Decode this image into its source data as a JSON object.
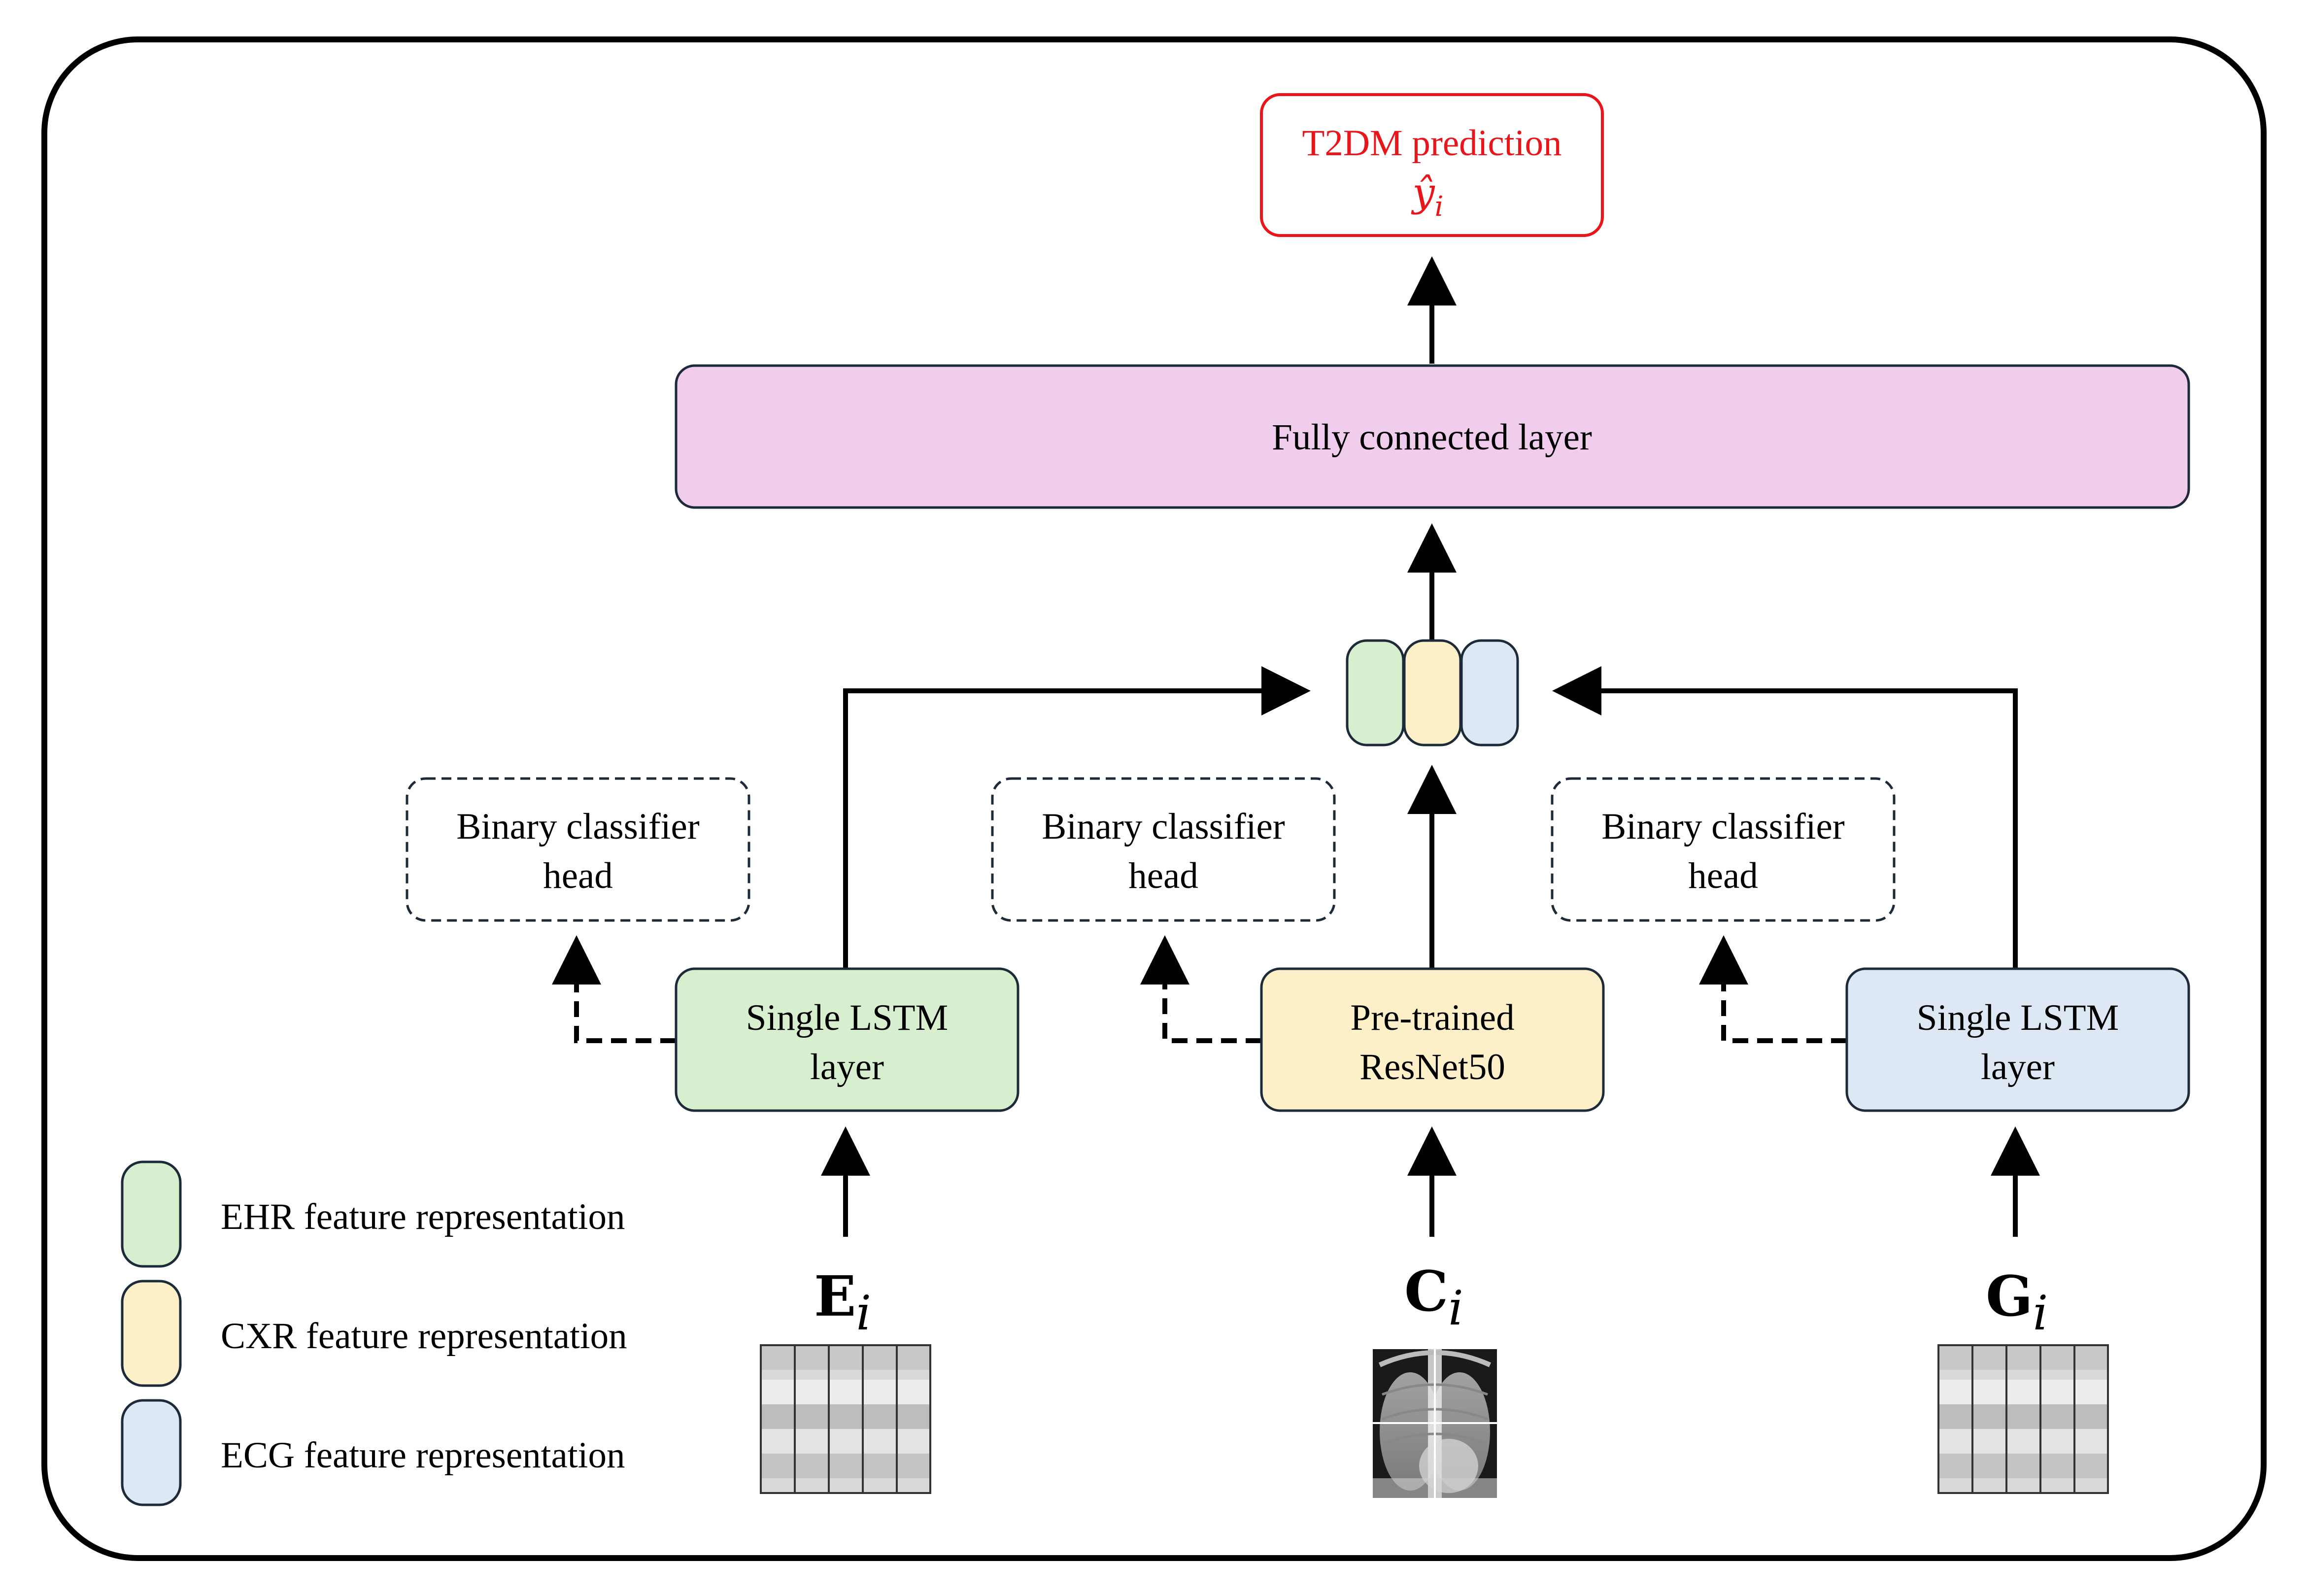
{
  "output": {
    "line1": "T2DM prediction",
    "symbol": "ŷ",
    "subscript": "i",
    "color": "#e8151b"
  },
  "fc_layer": {
    "label": "Fully connected layer",
    "color": "#f0cdec"
  },
  "classifier_heads": [
    {
      "line1": "Binary classifier",
      "line2": "head"
    },
    {
      "line1": "Binary classifier",
      "line2": "head"
    },
    {
      "line1": "Binary classifier",
      "line2": "head"
    }
  ],
  "encoders": [
    {
      "line1": "Single LSTM",
      "line2": "layer",
      "color": "#d7efcf"
    },
    {
      "line1": "Pre-trained",
      "line2": "ResNet50",
      "color": "#fdf0c8"
    },
    {
      "line1": "Single LSTM",
      "line2": "layer",
      "color": "#dde8f4"
    }
  ],
  "inputs": [
    {
      "symbol": "E",
      "subscript": "i",
      "kind": "table"
    },
    {
      "symbol": "C",
      "subscript": "i",
      "kind": "chest-xray"
    },
    {
      "symbol": "G",
      "subscript": "i",
      "kind": "table"
    }
  ],
  "legend": [
    {
      "label": "EHR feature representation",
      "color": "#d7efcf"
    },
    {
      "label": "CXR feature representation",
      "color": "#fdf0c8"
    },
    {
      "label": "ECG feature representation",
      "color": "#dde8f4"
    }
  ]
}
